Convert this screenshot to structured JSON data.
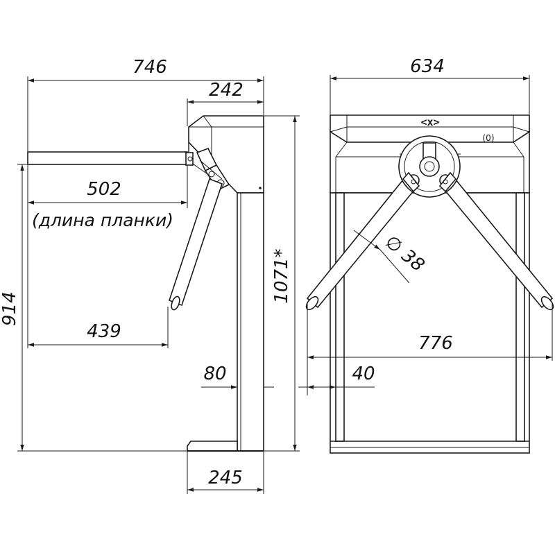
{
  "side_view": {
    "dims": {
      "overall_width": "746",
      "head_width": "242",
      "bar_length": "502",
      "bar_length_note": "(длина планки)",
      "height": "914",
      "arm_reach": "439",
      "post_width": "80",
      "base_width": "245",
      "overall_height": "1071*"
    }
  },
  "front_view": {
    "dims": {
      "head_width": "634",
      "arm_diameter": "∅ 38",
      "arm_span": "776",
      "frame_offset": "40"
    },
    "indicator_top": "<x>",
    "indicator_side": "(0)"
  },
  "colors": {
    "line": "#1a1a1a",
    "background": "#ffffff"
  }
}
